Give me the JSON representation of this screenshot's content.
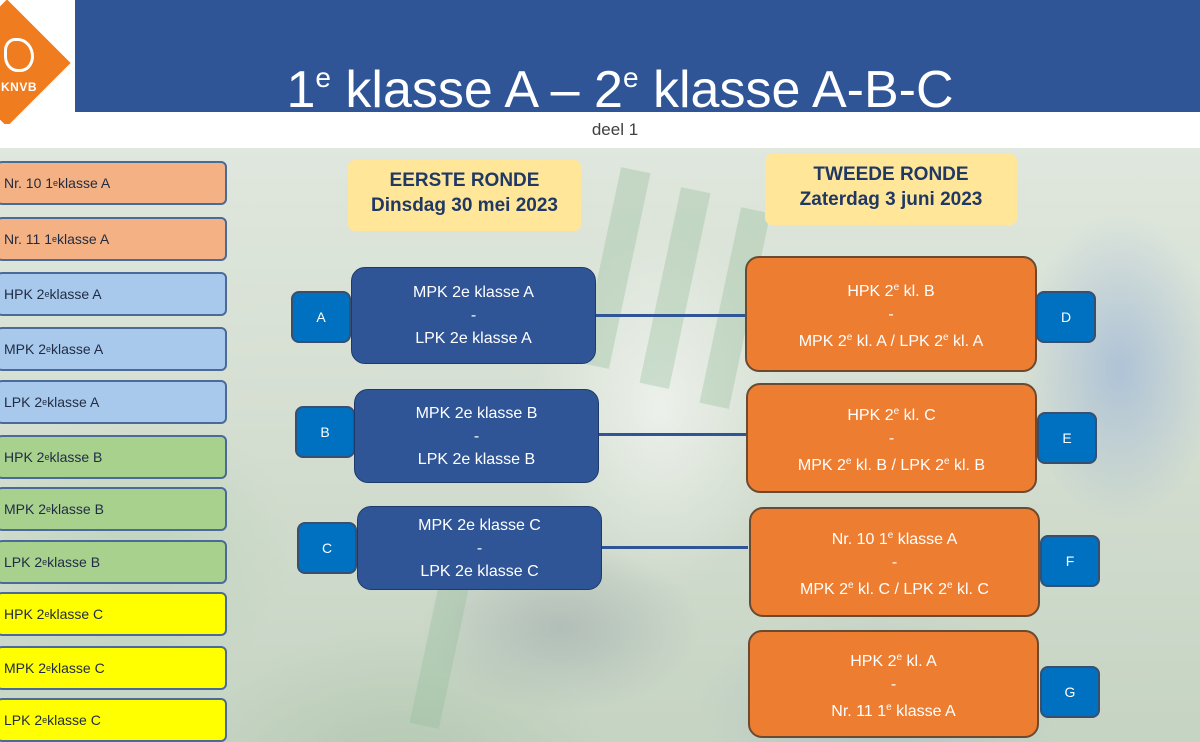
{
  "header": {
    "logo_text": "KNVB",
    "title_parts": [
      "1",
      "e",
      " klasse A – 2",
      "e",
      " klasse A-B-C"
    ],
    "subtitle": "deel 1"
  },
  "left_list": [
    {
      "pre": "Nr. 10 1",
      "sup": "e",
      "post": " klasse A",
      "color": "#f4b183"
    },
    {
      "pre": "Nr. 11 1",
      "sup": "e",
      "post": " klasse A",
      "color": "#f4b183"
    },
    {
      "pre": "HPK 2",
      "sup": "e",
      "post": " klasse A",
      "color": "#a9c9ec"
    },
    {
      "pre": "MPK 2",
      "sup": "e",
      "post": " klasse A",
      "color": "#a9c9ec"
    },
    {
      "pre": "LPK 2",
      "sup": "e",
      "post": " klasse A",
      "color": "#a9c9ec"
    },
    {
      "pre": "HPK 2",
      "sup": "e",
      "post": " klasse B",
      "color": "#a9d18e"
    },
    {
      "pre": "MPK 2",
      "sup": "e",
      "post": " klasse B",
      "color": "#a9d18e"
    },
    {
      "pre": "LPK 2",
      "sup": "e",
      "post": " klasse B",
      "color": "#a9d18e"
    },
    {
      "pre": "HPK 2",
      "sup": "e",
      "post": " klasse C",
      "color": "#ffff00"
    },
    {
      "pre": "MPK 2",
      "sup": "e",
      "post": " klasse C",
      "color": "#ffff00"
    },
    {
      "pre": "LPK 2",
      "sup": "e",
      "post": " klasse C",
      "color": "#ffff00"
    }
  ],
  "rounds": {
    "first": {
      "line1": "EERSTE RONDE",
      "line2": "Dinsdag 30 mei 2023"
    },
    "second": {
      "line1": "TWEEDE RONDE",
      "line2": "Zaterdag 3 juni 2023"
    }
  },
  "first_round": [
    {
      "tag": "A",
      "home": "MPK 2e klasse A",
      "sep": "-",
      "away": "LPK 2e klasse A"
    },
    {
      "tag": "B",
      "home": "MPK 2e klasse B",
      "sep": "-",
      "away": "LPK 2e klasse B"
    },
    {
      "tag": "C",
      "home": "MPK 2e klasse C",
      "sep": "-",
      "away": "LPK 2e klasse C"
    }
  ],
  "second_round": [
    {
      "tag": "D",
      "home": {
        "pre": "HPK 2",
        "sup": "e",
        "post": " kl. B"
      },
      "sep": "-",
      "away": {
        "a": "MPK 2",
        "asup": "e",
        "b": " kl. A / LPK 2",
        "bsup": "e",
        "c": " kl. A"
      }
    },
    {
      "tag": "E",
      "home": {
        "pre": "HPK 2",
        "sup": "e",
        "post": " kl. C"
      },
      "sep": "-",
      "away": {
        "a": "MPK 2",
        "asup": "e",
        "b": " kl. B / LPK 2",
        "bsup": "e",
        "c": " kl. B"
      }
    },
    {
      "tag": "F",
      "home": {
        "pre": "Nr. 10 1",
        "sup": "e",
        "post": " klasse A"
      },
      "sep": "-",
      "away": {
        "a": "MPK 2",
        "asup": "e",
        "b": " kl. C / LPK 2",
        "bsup": "e",
        "c": " kl. C"
      }
    },
    {
      "tag": "G",
      "home": {
        "pre": "HPK 2",
        "sup": "e",
        "post": " kl. A"
      },
      "sep": "-",
      "away": {
        "a": "Nr. 11 1",
        "asup": "e",
        "b": " klasse A",
        "bsup": "",
        "c": ""
      }
    }
  ],
  "colors": {
    "header_blue": "#2f5597",
    "orange": "#ed7d31",
    "tag_blue": "#0070c0",
    "round_header": "#ffe699"
  }
}
